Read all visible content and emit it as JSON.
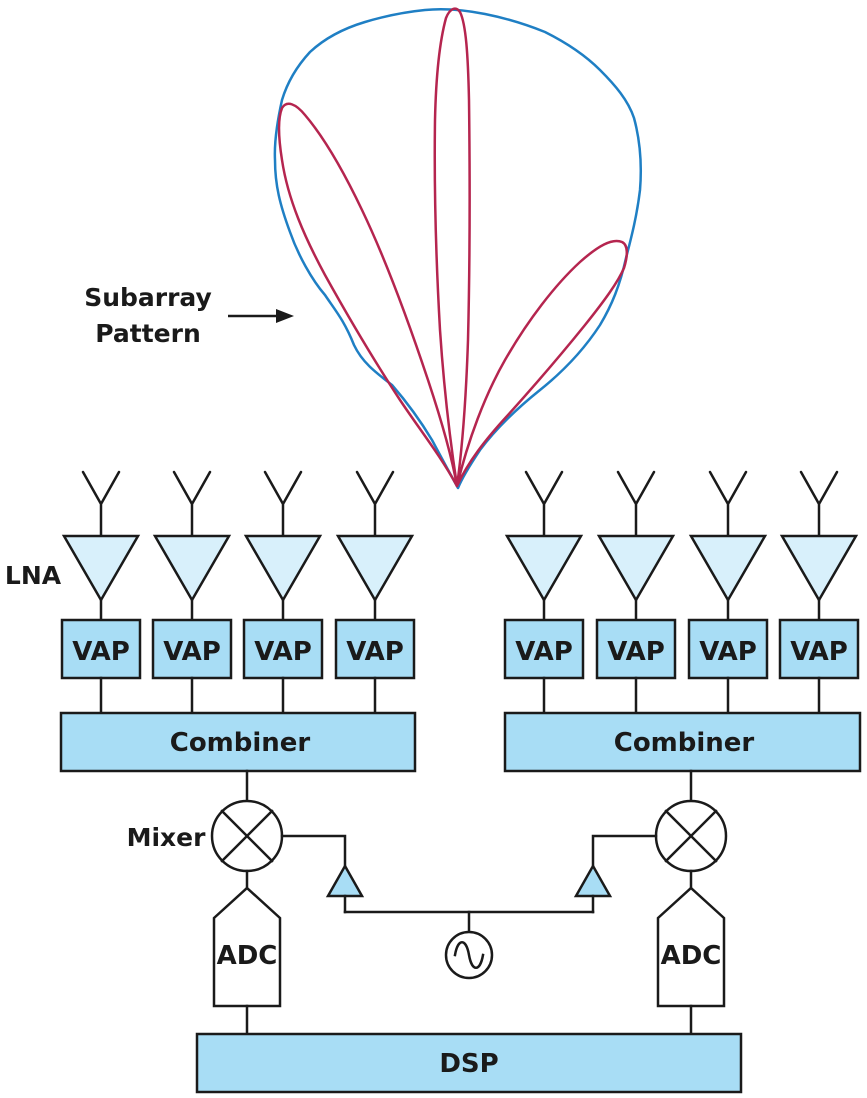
{
  "labels": {
    "subarray_pattern_line1": "Subarray",
    "subarray_pattern_line2": "Pattern",
    "lna": "LNA",
    "mixer": "Mixer"
  },
  "left_bank": {
    "vap_labels": [
      "VAP",
      "VAP",
      "VAP",
      "VAP"
    ],
    "combiner": "Combiner",
    "adc": "ADC"
  },
  "right_bank": {
    "vap_labels": [
      "VAP",
      "VAP",
      "VAP",
      "VAP"
    ],
    "combiner": "Combiner",
    "adc": "ADC"
  },
  "dsp": "DSP",
  "colors": {
    "subarray_envelope": "#1f7fc4",
    "beam_lobes": "#b5254f",
    "block_fill": "#a8ddf5",
    "lna_fill": "#d8f0fb"
  }
}
